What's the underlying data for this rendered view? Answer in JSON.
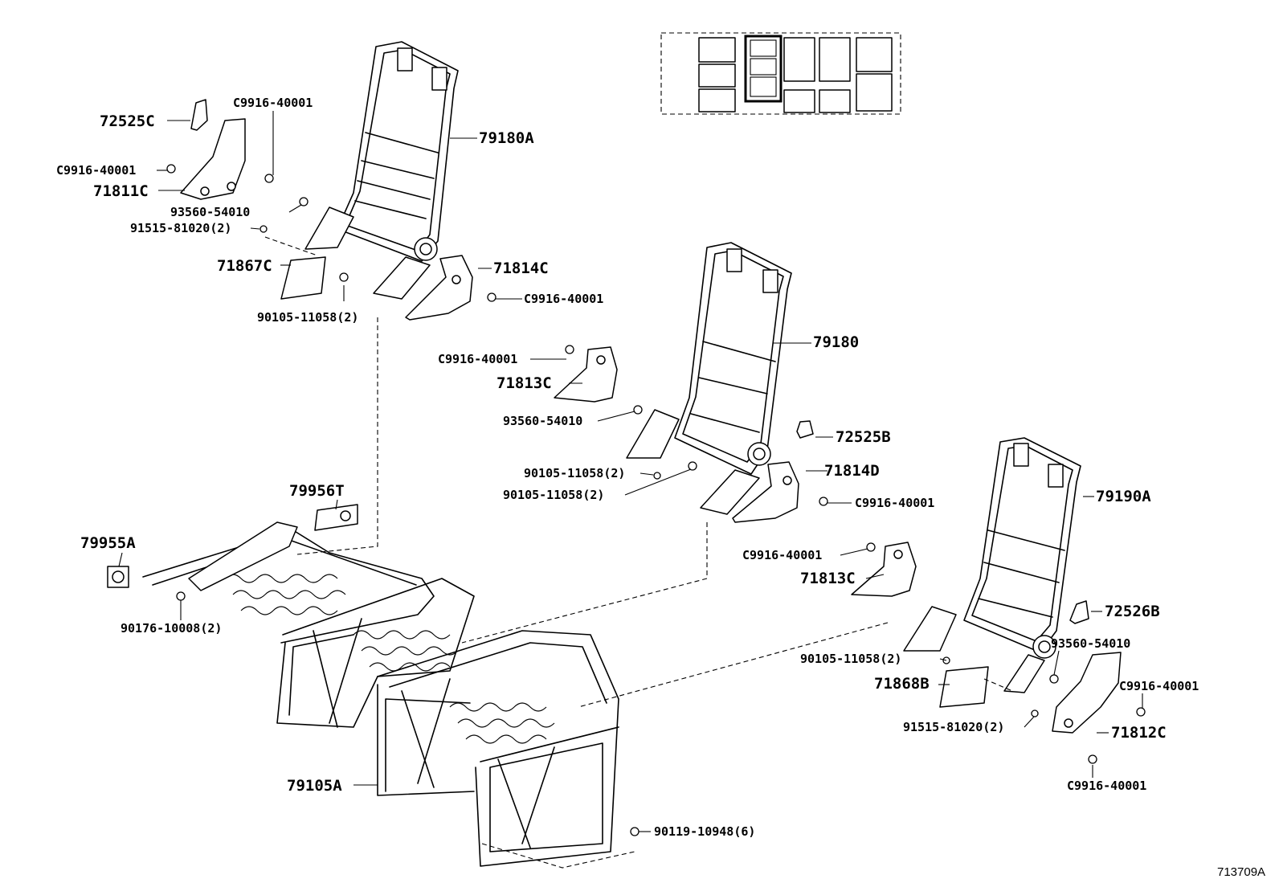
{
  "diagram_id": "713709A",
  "labels": {
    "p72525C": "72525C",
    "pC9916_a": "C9916-40001",
    "pC9916_b": "C9916-40001",
    "p79180A": "79180A",
    "p71811C": "71811C",
    "p93560_a": "93560-54010",
    "p91515_a": "91515-81020(2)",
    "p71867C": "71867C",
    "p71814C": "71814C",
    "pC9916_c": "C9916-40001",
    "p90105_a": "90105-11058(2)",
    "pC9916_d": "C9916-40001",
    "p71813C_a": "71813C",
    "p79180": "79180",
    "p93560_b": "93560-54010",
    "p72525B": "72525B",
    "p90105_b": "90105-11058(2)",
    "p90105_c": "90105-11058(2)",
    "p71814D": "71814D",
    "pC9916_e": "C9916-40001",
    "p79956T": "79956T",
    "p79955A": "79955A",
    "p90176": "90176-10008(2)",
    "p79190A": "79190A",
    "pC9916_f": "C9916-40001",
    "p71813C_b": "71813C",
    "p72526B": "72526B",
    "p93560_c": "93560-54010",
    "p90105_d": "90105-11058(2)",
    "p71868B": "71868B",
    "pC9916_g": "C9916-40001",
    "p91515_b": "91515-81020(2)",
    "p71812C": "71812C",
    "pC9916_h": "C9916-40001",
    "p79105A": "79105A",
    "p90119": "90119-10948(6)"
  }
}
